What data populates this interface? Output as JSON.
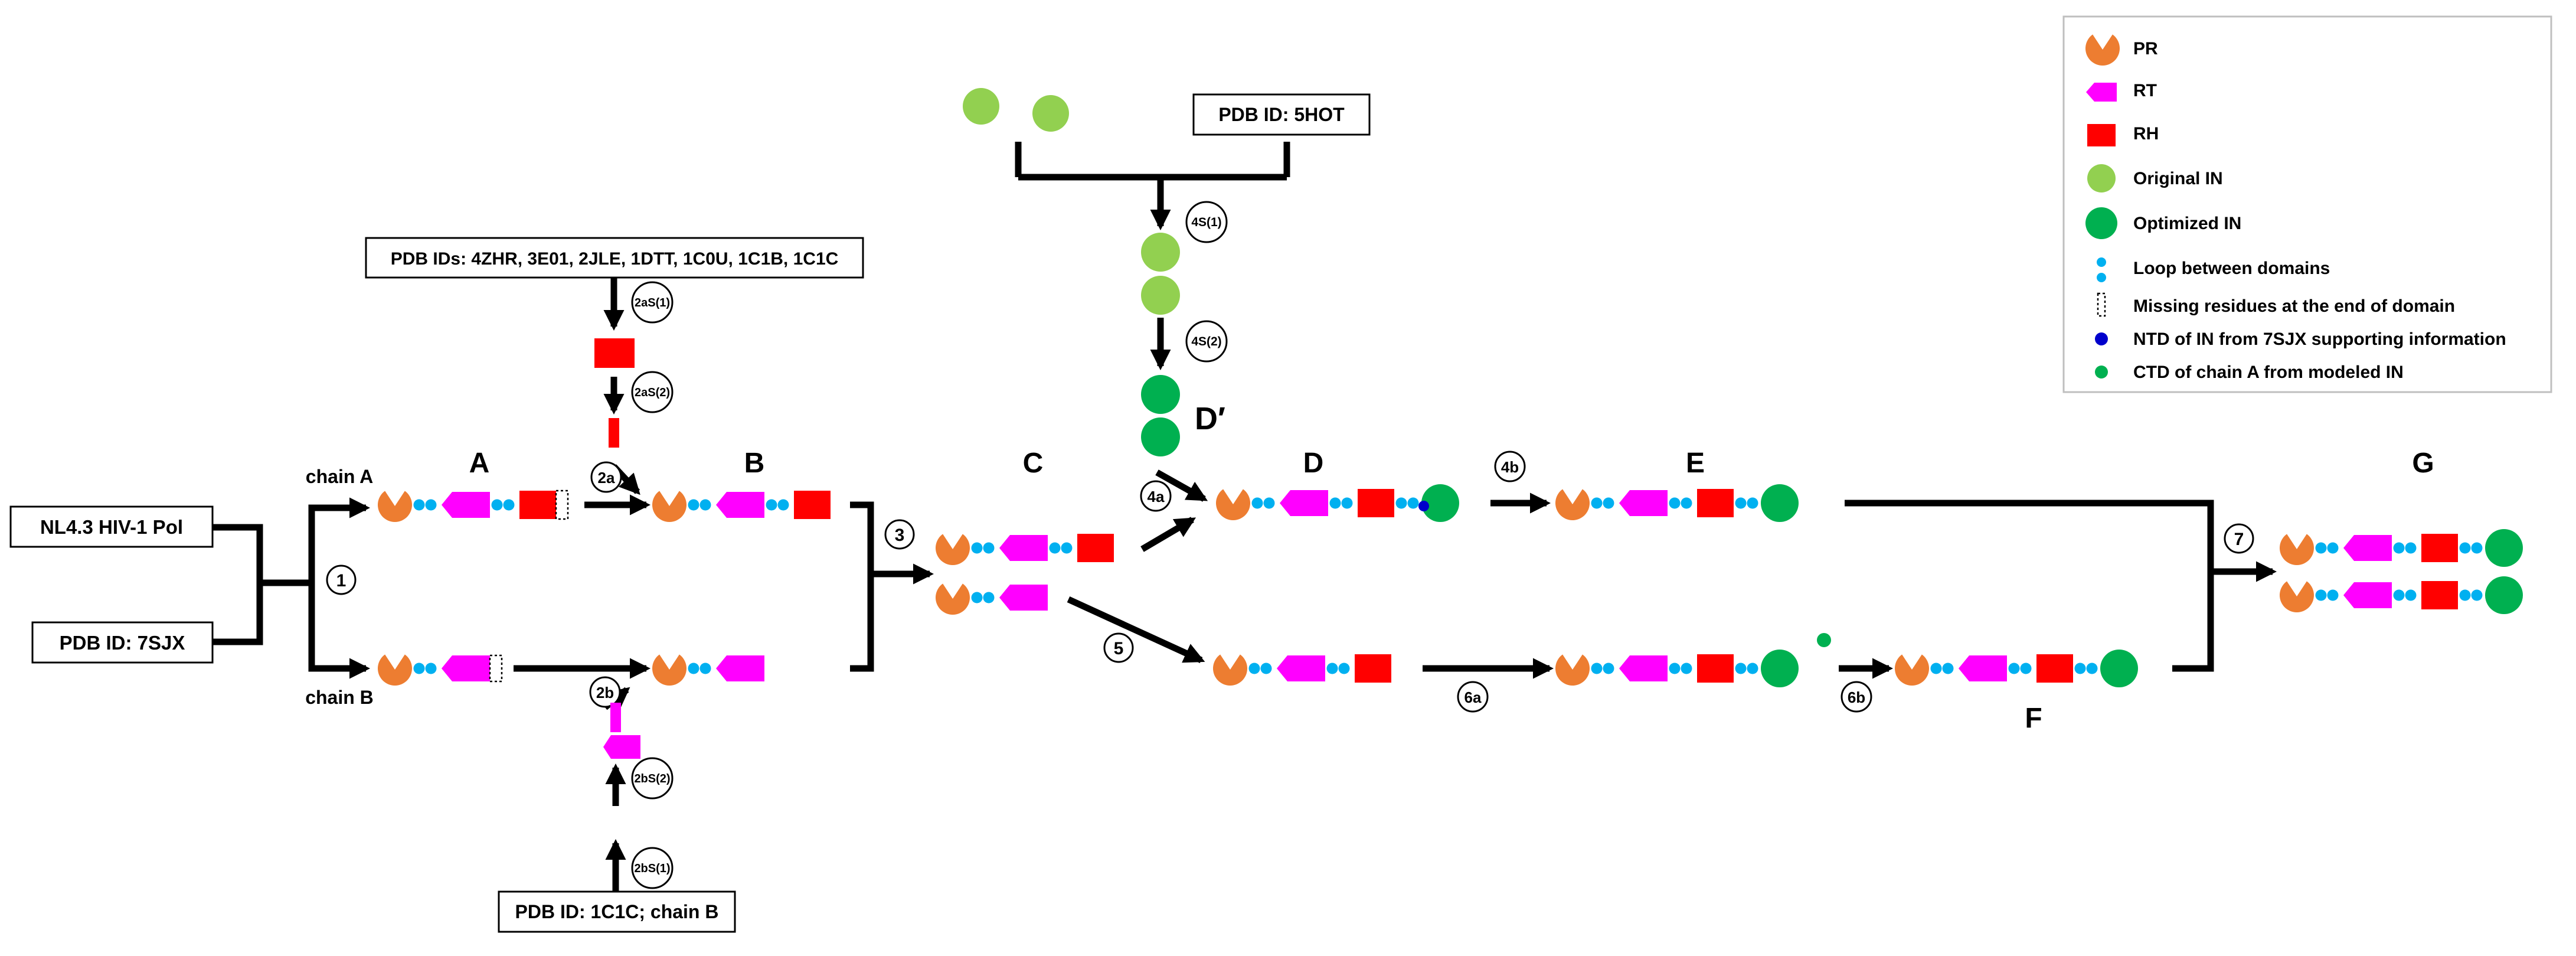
{
  "colors": {
    "pr": "#ED7D31",
    "rt": "#FF00FF",
    "rh": "#FF0000",
    "original_in": "#92D050",
    "optimized_in": "#00B050",
    "loop": "#00B0F0",
    "ntd": "#0000CC",
    "line": "#000000"
  },
  "boxes": {
    "pol": "NL4.3 HIV-1 Pol",
    "sjx": "PDB ID: 7SJX",
    "rh_pdbs": "PDB IDs: 4ZHR, 3E01, 2JLE, 1DTT, 1C0U, 1C1B, 1C1C",
    "hot": "PDB ID: 5HOT",
    "rt_pdb": "PDB ID: 1C1C; chain B"
  },
  "chains": {
    "a": "chain A",
    "b": "chain B"
  },
  "stages": {
    "A": "A",
    "B": "B",
    "C": "C",
    "Dp": "D′",
    "D": "D",
    "E": "E",
    "F": "F",
    "G": "G"
  },
  "steps": {
    "s1": "1",
    "s2a": "2a",
    "s2b": "2b",
    "s2aS1": "2aS(1)",
    "s2aS2": "2aS(2)",
    "s2bS1": "2bS(1)",
    "s2bS2": "2bS(2)",
    "s3": "3",
    "s4a": "4a",
    "s4b": "4b",
    "s4S1": "4S(1)",
    "s4S2": "4S(2)",
    "s5": "5",
    "s6a": "6a",
    "s6b": "6b",
    "s7": "7"
  },
  "legend": {
    "items": [
      {
        "label": "PR"
      },
      {
        "label": "RT"
      },
      {
        "label": "RH"
      },
      {
        "label": "Original IN"
      },
      {
        "label": "Optimized IN"
      },
      {
        "label": "Loop between domains"
      },
      {
        "label": "Missing residues at the end of domain"
      },
      {
        "label": "NTD of IN from 7SJX supporting information"
      },
      {
        "label": "CTD of chain A from modeled IN"
      }
    ]
  }
}
